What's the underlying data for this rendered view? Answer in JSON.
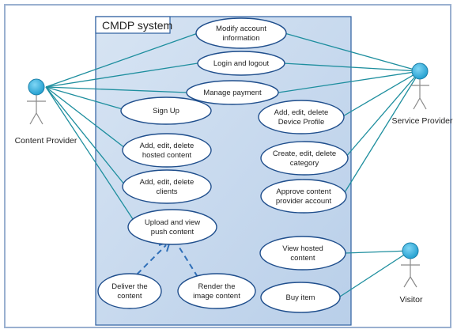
{
  "system": {
    "title": "CMDP system"
  },
  "actors": {
    "content_provider": "Content Provider",
    "service_provider": "Service Provider",
    "visitor": "Visitor"
  },
  "use_cases": {
    "modify_account": [
      "Modify account",
      "information"
    ],
    "login_logout": [
      "Login and logout"
    ],
    "manage_payment": [
      "Manage payment"
    ],
    "sign_up": [
      "Sign Up"
    ],
    "device_profile": [
      "Add, edit, delete",
      "Device Profile"
    ],
    "hosted_content": [
      "Add, edit, delete",
      "hosted content"
    ],
    "category": [
      "Create, edit, delete",
      "category"
    ],
    "clients": [
      "Add, edit, delete",
      "clients"
    ],
    "approve_account": [
      "Approve content",
      "provider account"
    ],
    "upload_push": [
      "Upload and view",
      "push content"
    ],
    "view_hosted": [
      "View hosted",
      "content"
    ],
    "deliver_content": [
      "Deliver the",
      "content"
    ],
    "render_image": [
      "Render the",
      "image content"
    ],
    "buy_item": [
      "Buy item"
    ]
  },
  "colors": {
    "system_box": "#c9d9ee",
    "actor_head": "#2aa9d9",
    "association": "#1d8e9e",
    "include_arrow": "#2f6fb8",
    "use_case_border": "#1f4e8c"
  }
}
